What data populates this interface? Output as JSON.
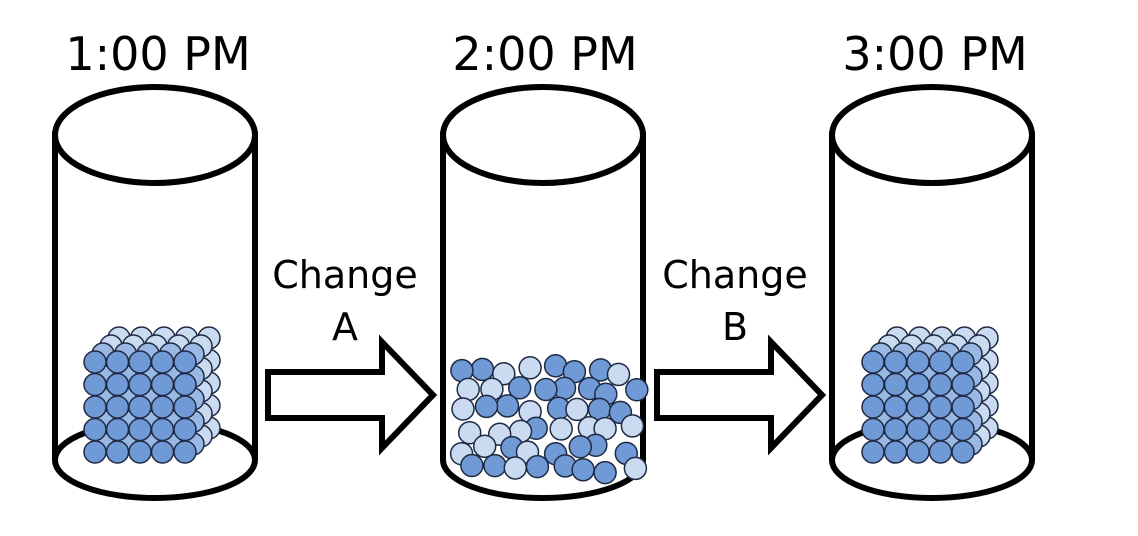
{
  "diagram": {
    "stages": [
      {
        "time": "1:00 PM",
        "state": "solid"
      },
      {
        "time": "2:00 PM",
        "state": "liquid"
      },
      {
        "time": "3:00 PM",
        "state": "solid"
      }
    ],
    "transitions": [
      {
        "label_line1": "Change",
        "label_line2": "A"
      },
      {
        "label_line1": "Change",
        "label_line2": "B"
      }
    ]
  },
  "colors": {
    "particle_front": "#6f9ad6",
    "particle_back": "#c9daf1",
    "outline": "#000000",
    "background": "#ffffff"
  }
}
